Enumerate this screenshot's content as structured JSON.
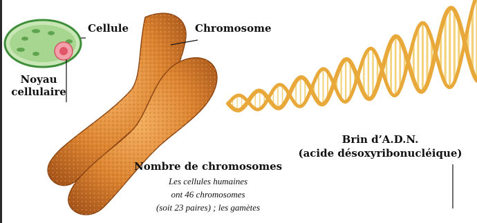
{
  "labels": {
    "cell": "Cellule",
    "nucleus_line1": "Noyau",
    "nucleus_line2": "cellulaire",
    "chromosome": "Chromosome",
    "dna_line1": "Brin d’A.D.N.",
    "dna_line2": "(acide désoxyribonucléique)",
    "count_title": "Nombre de chromosomes",
    "count_line1": "Les cellules humaines",
    "count_line2": "ont 46 chromosomes",
    "count_line3": "(soit 23 paires) ; les gamètes"
  },
  "colors": {
    "chromosome": "#d9822b",
    "chromosome_dark": "#a8561a",
    "chromosome_light": "#f0a95a",
    "dna_strand": "#e8a93a",
    "dna_rung": "#f3d27a",
    "cell_fill": "#9fd28a",
    "cell_border": "#3e8f3a",
    "nucleus": "#e86a7a"
  },
  "icons": [
    "cell-illustration",
    "chromosome-illustration",
    "dna-helix-illustration"
  ]
}
